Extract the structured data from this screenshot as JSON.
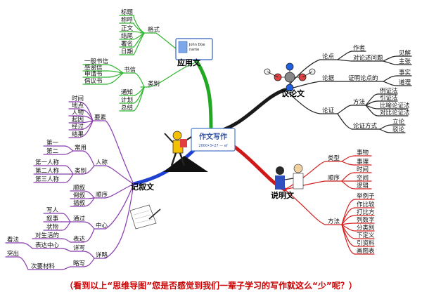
{
  "center": {
    "title": "作文写作",
    "subtitle": "2000•3•27 — ef"
  },
  "caption": "（看到以上“思维导图”您是否感觉到我们一辈子学习的写作就这么“少”呢？）",
  "card": {
    "line1": "John Doe",
    "line2": "name"
  },
  "branches": {
    "yingyong": {
      "label": "应用文",
      "geshi": {
        "label": "格式",
        "items": [
          "标题",
          "称呼",
          "正文",
          "结尾",
          "署名",
          "日期"
        ]
      },
      "leibie": {
        "label": "类别",
        "shuxin": {
          "label": "书信",
          "items": [
            "一般书信",
            "感谢信",
            "申请书",
            "倡议书"
          ]
        },
        "others": [
          "通知",
          "计划",
          "总结"
        ]
      }
    },
    "yilun": {
      "label": "议论文",
      "lundian": {
        "label": "论点",
        "zuozhe": "作者",
        "duilun": "对论述问题",
        "items": [
          "见解",
          "主张"
        ]
      },
      "lunju": {
        "label": "论据",
        "zhengming": "证明论点的",
        "items": [
          "事实",
          "道理"
        ]
      },
      "lunzheng": {
        "label": "论证",
        "fangfa": {
          "label": "方法",
          "items": [
            "例证法",
            "引证法",
            "比喻论证法",
            "对比论证法"
          ]
        },
        "fangshi": {
          "label": "论证方式",
          "items": [
            "立论",
            "驳论"
          ]
        }
      }
    },
    "shuoming": {
      "label": "说明文",
      "leixing": {
        "label": "类型",
        "items": [
          "事物",
          "事理"
        ]
      },
      "shunxu": {
        "label": "顺序",
        "items": [
          "时间",
          "空间",
          "逻辑"
        ]
      },
      "fangfa": {
        "label": "方法",
        "items": [
          "举例子",
          "作比较",
          "打比方",
          "列数字",
          "分类别",
          "下定义",
          "引资料",
          "画图表"
        ]
      }
    },
    "jixu": {
      "label": "记叙文",
      "yaosu": {
        "label": "要素",
        "items": [
          "时间",
          "地点",
          "人物",
          "起因",
          "经过",
          "结果"
        ]
      },
      "renchen": {
        "label": "人称",
        "changyong": {
          "label": "常用",
          "items": [
            "第一",
            "第二"
          ]
        },
        "leibie": {
          "label": "类别",
          "items": [
            "第一人称",
            "第二人称",
            "第三人称"
          ]
        }
      },
      "shunxu": {
        "label": "顺序",
        "items": [
          "顺叙",
          "倒叙",
          "插叙"
        ]
      },
      "zhongxin": {
        "label": "中心",
        "tongguo": {
          "label": "通过",
          "items": [
            "写人",
            "叙事",
            "状物"
          ]
        },
        "biaoda": {
          "label": "表达",
          "items": [
            "对生活的"
          ]
        }
      },
      "xianglue": {
        "label": "详略",
        "xiangxie": {
          "label": "详写",
          "items": [
            "表达中心",
            "看法"
          ]
        },
        "luexie": {
          "label": "略写",
          "items": [
            "次要材料",
            "突出"
          ]
        }
      }
    }
  }
}
